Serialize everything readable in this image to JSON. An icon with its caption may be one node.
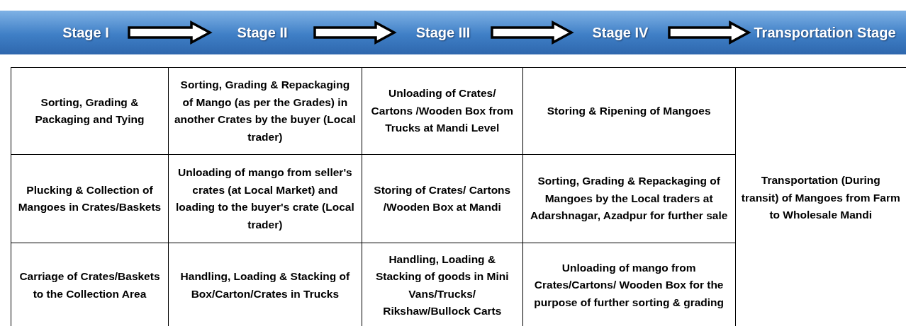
{
  "diagram": {
    "nodes": [
      {
        "text": [
          "Stage I"
        ]
      },
      {
        "text": [
          "Stage II"
        ]
      },
      {
        "text": [
          "Stage III"
        ]
      },
      {
        "text": [
          "Stage IV"
        ]
      },
      {
        "text": [
          "Transportation Stage"
        ]
      }
    ],
    "edges": [
      {
        "from": 0,
        "to": 1,
        "arrow": "to"
      },
      {
        "from": 1,
        "to": 2,
        "arrow": "to"
      },
      {
        "from": 2,
        "to": 3,
        "arrow": "to"
      },
      {
        "from": 3,
        "to": 4,
        "arrow": "to"
      }
    ],
    "labels": [
      "Sorting, Grading & Packaging and Tying",
      "Sorting, Grading & Repackaging of Mango (as per the Grades) in another Crates by the buyer (Local trader)",
      "Unloading of Crates/ Cartons /Wooden Box from Trucks at Mandi Level",
      "Storing & Ripening of Mangoes",
      "Transportation (During transit) of Mangoes from Farm to Wholesale Mandi",
      "Plucking & Collection of Mangoes in Crates/Baskets",
      "Unloading of mango from seller's crates (at Local Market) and loading to the buyer's crate (Local trader)",
      "Storing of Crates/ Cartons /Wooden Box at Mandi",
      "Sorting, Grading & Repackaging of Mangoes by the Local traders at Adarshnagar, Azadpur for further sale",
      "Carriage of Crates/Baskets to the Collection Area",
      "Handling, Loading & Stacking of Box/Carton/Crates in Trucks",
      "Handling, Loading & Stacking of goods in Mini Vans/Trucks/ Rikshaw/Bullock Carts",
      "Unloading of mango from Crates/Cartons/ Wooden Box for the purpose of further sorting & grading"
    ]
  }
}
